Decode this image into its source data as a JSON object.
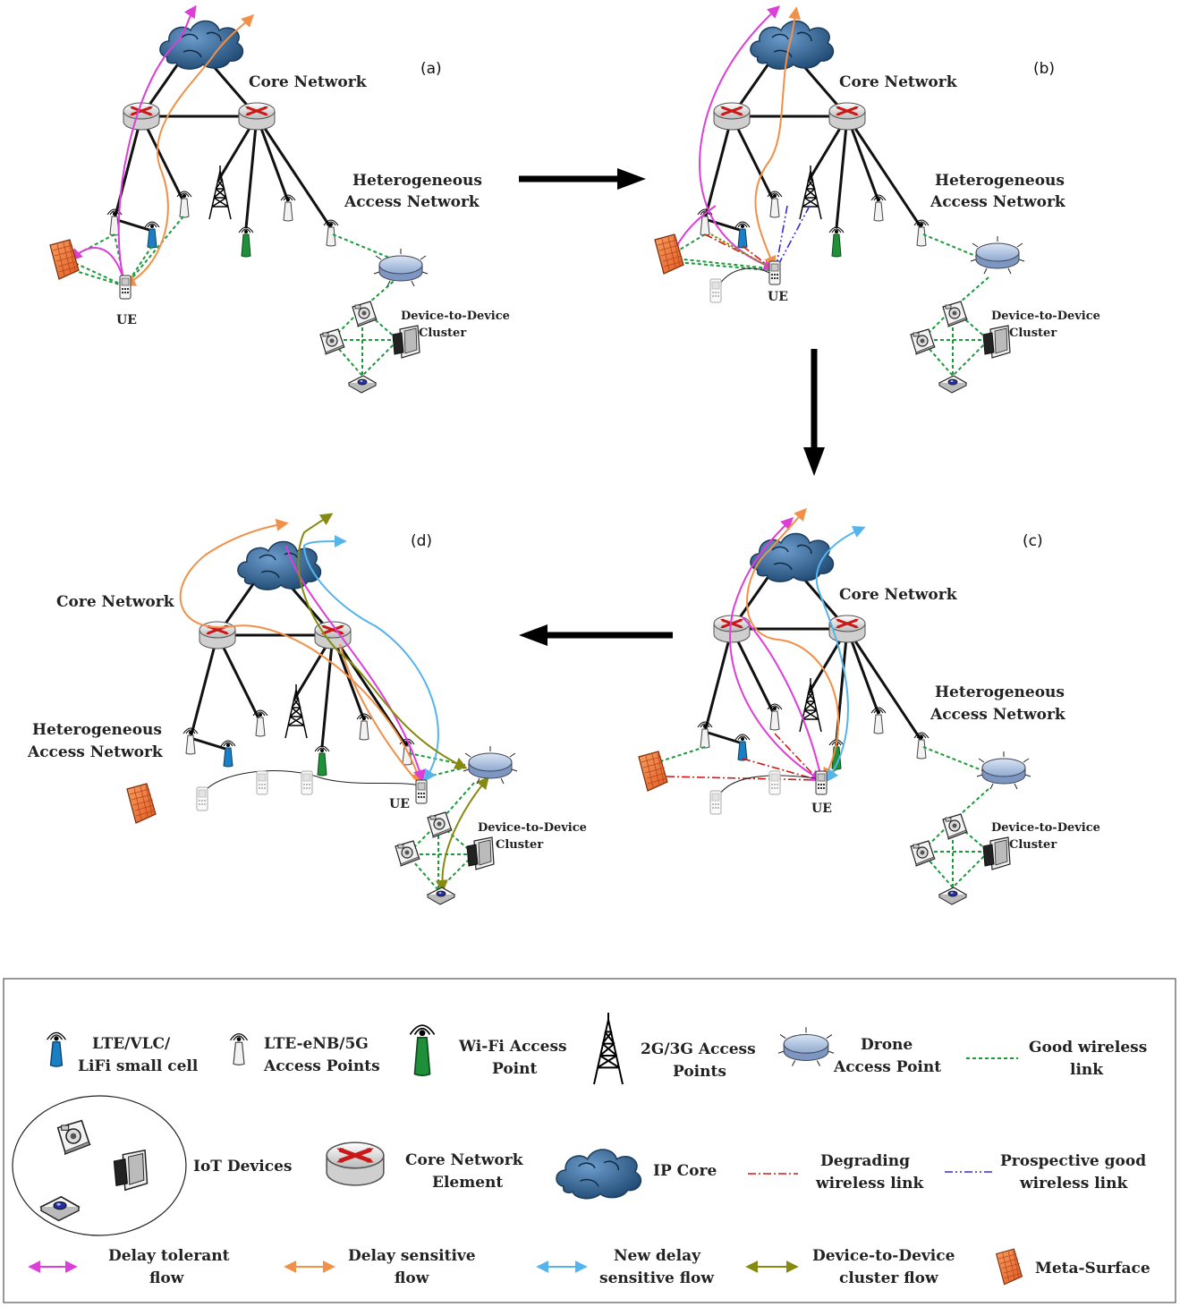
{
  "panels": {
    "a": {
      "tag": "(a)",
      "core": "Core Network",
      "hetero": [
        "Heterogeneous",
        "Access Network"
      ],
      "ue": "UE",
      "d2d": [
        "Device-to-Device",
        "Cluster"
      ]
    },
    "b": {
      "tag": "(b)",
      "core": "Core Network",
      "hetero": [
        "Heterogeneous",
        "Access Network"
      ],
      "ue": "UE",
      "d2d": [
        "Device-to-Device",
        "Cluster"
      ]
    },
    "c": {
      "tag": "(c)",
      "core": "Core Network",
      "hetero": [
        "Heterogeneous",
        "Access Network"
      ],
      "ue": "UE",
      "d2d": [
        "Device-to-Device",
        "Cluster"
      ]
    },
    "d": {
      "tag": "(d)",
      "core": "Core Network",
      "hetero": [
        "Heterogeneous",
        "Access Network"
      ],
      "ue": "UE",
      "d2d": [
        "Device-to-Device",
        "Cluster"
      ]
    }
  },
  "legend": {
    "small_cell": [
      "LTE/VLC/",
      "LiFi small cell"
    ],
    "enb": [
      "LTE-eNB/5G",
      "Access Points"
    ],
    "wifi": [
      "Wi-Fi Access",
      "Point"
    ],
    "g23": [
      "2G/3G Access",
      "Points"
    ],
    "drone": [
      "Drone",
      "Access Point"
    ],
    "good": [
      "Good wireless",
      "link"
    ],
    "iot": [
      "IoT Devices"
    ],
    "core_el": [
      "Core Network",
      "Element"
    ],
    "ipcore": [
      "IP Core"
    ],
    "degrading": [
      "Degrading",
      "wireless link"
    ],
    "prospective": [
      "Prospective good",
      "wireless link"
    ],
    "tolerant": [
      "Delay tolerant",
      "flow"
    ],
    "sensitive": [
      "Delay sensitive",
      "flow"
    ],
    "new_sensitive": [
      "New delay",
      "sensitive flow"
    ],
    "d2d_flow": [
      "Device-to-Device",
      "cluster flow"
    ],
    "meta": [
      "Meta-Surface"
    ]
  },
  "colors": {
    "delay_tolerant": "#de3ed8",
    "delay_sensitive": "#f19048",
    "new_delay_sensitive": "#55b4ec",
    "d2d_flow": "#868a10",
    "good_link": "#1a9a3a",
    "degrading_link": "#d11919",
    "prospective_link": "#3a2ad9",
    "small_cell": "#1a7fc4",
    "wifi": "#1f8f3a",
    "cloud": "#2c5f8f",
    "drone": "#a9c0e0",
    "meta_surface": "#f07a3c"
  }
}
